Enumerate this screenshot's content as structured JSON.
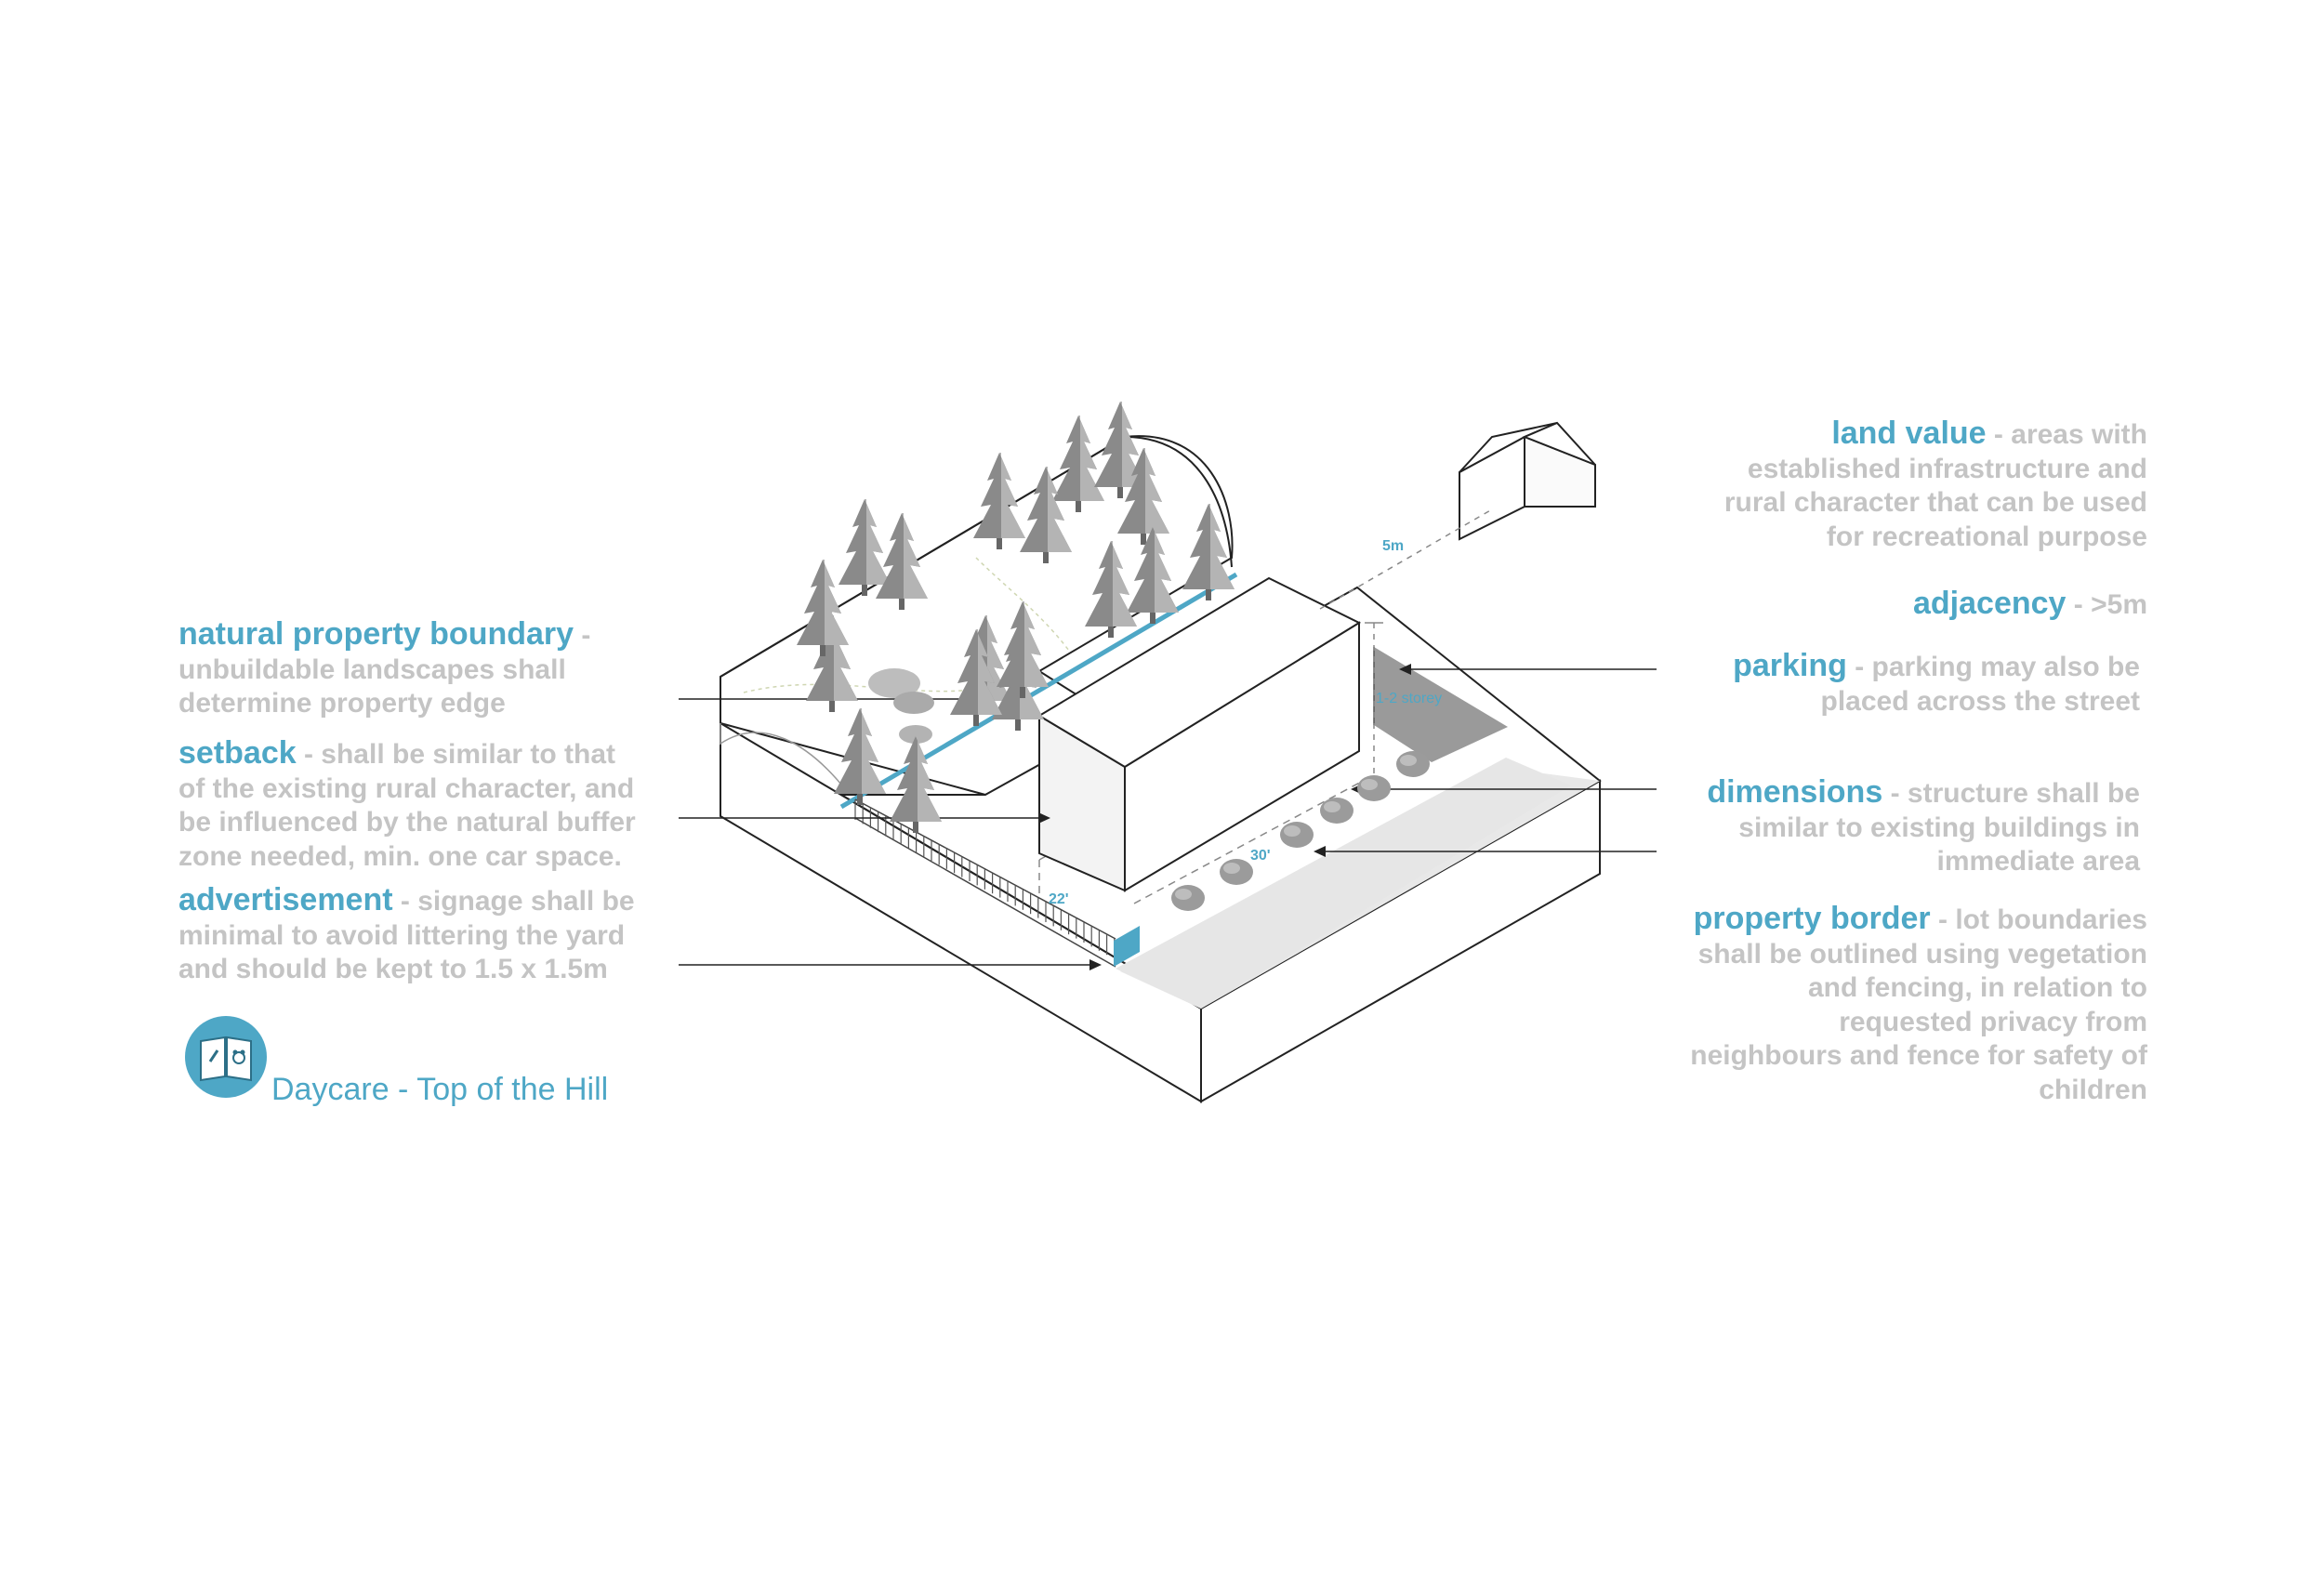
{
  "annotations": {
    "natural_boundary": {
      "title": "natural property boundary",
      "dash": " -",
      "text": "unbuildable landscapes shall determine property edge",
      "lines": [
        "unbuildable landscapes shall",
        "determine property edge"
      ]
    },
    "setback": {
      "title": "setback",
      "first": " - shall be similar to that",
      "lines": [
        "of the existing rural character, and",
        "be influenced by the natural buffer",
        "zone needed, min. one car space."
      ]
    },
    "advertisement": {
      "title": "advertisement",
      "first": " - signage shall be",
      "lines": [
        "minimal to avoid littering the yard",
        "and should be kept to 1.5 x 1.5m"
      ]
    },
    "land_value": {
      "title": "land value",
      "first": " - areas with",
      "lines": [
        "established infrastructure and",
        "rural character that can be used",
        "for recreational purpose"
      ]
    },
    "adjacency": {
      "title": "adjacency",
      "first": " -  >5m"
    },
    "parking": {
      "title": "parking",
      "first": " - parking may also be",
      "lines": [
        "placed across the street"
      ]
    },
    "dimensions": {
      "title": "dimensions",
      "first": " - structure shall be",
      "lines": [
        "similar to existing buildings in",
        "immediate area"
      ]
    },
    "property_border": {
      "title": "property border",
      "first": " - lot boundaries",
      "lines": [
        "shall be outlined using vegetation",
        "and fencing, in relation to",
        "requested privacy from",
        "neighbours and fence for safety of",
        "children"
      ]
    }
  },
  "drawing_labels": {
    "neighbour_distance": "5m",
    "height": "1-2 storey",
    "front_width": "30'",
    "side_depth": "22'"
  },
  "brand": {
    "name": "Daycare - Top of the Hill",
    "icon": "book-icon"
  },
  "colors": {
    "accent": "#4ea7c6",
    "text_grey": "#c4c4c4",
    "line": "#222222",
    "parking": "#9a9a9a",
    "yard": "#e8e8e8"
  }
}
